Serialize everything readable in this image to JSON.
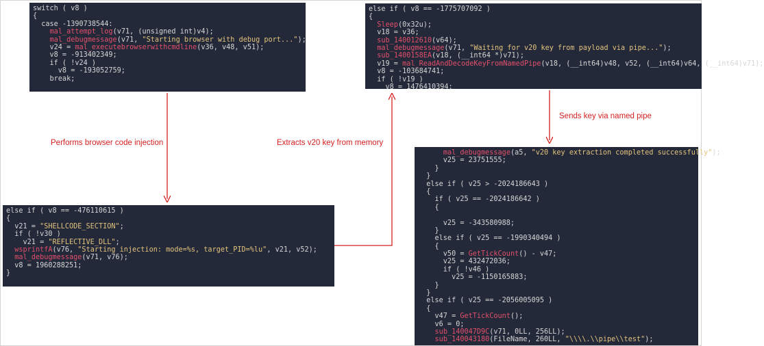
{
  "labels": {
    "injection": "Performs browser code injection",
    "extract": "Extracts v20 key from memory",
    "sends": "Sends key via named pipe"
  },
  "panels": [
    {
      "lines": [
        [
          [
            "plain",
            "switch ( v8 )"
          ]
        ],
        [
          [
            "plain",
            "{"
          ]
        ],
        [
          [
            "plain",
            "  case -1390738544:"
          ]
        ],
        [
          [
            "plain",
            "    "
          ],
          [
            "func",
            "mal_attempt_log"
          ],
          [
            "plain",
            "(v71, (unsigned int)v4);"
          ]
        ],
        [
          [
            "plain",
            "    "
          ],
          [
            "func",
            "mal_debugmessage"
          ],
          [
            "plain",
            "(v71, "
          ],
          [
            "str",
            "\"Starting browser with debug port...\""
          ],
          [
            "plain",
            ");"
          ]
        ],
        [
          [
            "plain",
            "    v24 = "
          ],
          [
            "func",
            "mal_executebrowserwithcmdline"
          ],
          [
            "plain",
            "(v36, v48, v51);"
          ]
        ],
        [
          [
            "plain",
            "    v8 = -913402349;"
          ]
        ],
        [
          [
            "plain",
            "    if ( !v24 )"
          ]
        ],
        [
          [
            "plain",
            "      v8 = -193052759;"
          ]
        ],
        [
          [
            "plain",
            "    break;"
          ]
        ]
      ]
    },
    {
      "lines": [
        [
          [
            "plain",
            "else if ( v8 == -1775707092 )"
          ]
        ],
        [
          [
            "plain",
            "{"
          ]
        ],
        [
          [
            "plain",
            "  "
          ],
          [
            "func",
            "Sleep"
          ],
          [
            "plain",
            "(0x32u);"
          ]
        ],
        [
          [
            "plain",
            "  v18 = v36;"
          ]
        ],
        [
          [
            "plain",
            "  "
          ],
          [
            "func",
            "sub_140012610"
          ],
          [
            "plain",
            "(v64);"
          ]
        ],
        [
          [
            "plain",
            "  "
          ],
          [
            "func",
            "mal_debugmessage"
          ],
          [
            "plain",
            "(v71, "
          ],
          [
            "str",
            "\"Waiting for v20 key from payload via pipe...\""
          ],
          [
            "plain",
            ");"
          ]
        ],
        [
          [
            "plain",
            "  "
          ],
          [
            "func",
            "sub_1400158EA"
          ],
          [
            "plain",
            "(v18, (__int64 *)v71);"
          ]
        ],
        [
          [
            "plain",
            "  v19 = "
          ],
          [
            "func",
            "mal_ReadAndDecodeKeyFromNamedPipe"
          ],
          [
            "plain",
            "(v18, (__int64)v48, v52, (__int64)v64, (__int64)v71);"
          ]
        ],
        [
          [
            "plain",
            "  v8 = -103684741;"
          ]
        ],
        [
          [
            "plain",
            "  if ( !v19 )"
          ]
        ],
        [
          [
            "plain",
            "    v8 = 1476410394;"
          ]
        ]
      ]
    },
    {
      "lines": [
        [
          [
            "plain",
            "else if ( v8 == -476110615 )"
          ]
        ],
        [
          [
            "plain",
            "{"
          ]
        ],
        [
          [
            "plain",
            "  v21 = "
          ],
          [
            "str",
            "\"SHELLCODE_SECTION\""
          ],
          [
            "plain",
            ";"
          ]
        ],
        [
          [
            "plain",
            "  if ( !v30 )"
          ]
        ],
        [
          [
            "plain",
            "    v21 = "
          ],
          [
            "str",
            "\"REFLECTIVE_DLL\""
          ],
          [
            "plain",
            ";"
          ]
        ],
        [
          [
            "plain",
            "  "
          ],
          [
            "func",
            "wsprintfA"
          ],
          [
            "plain",
            "(v76, "
          ],
          [
            "str",
            "\"Starting injection: mode=%s, target_PID=%lu\""
          ],
          [
            "plain",
            ", v21, v52);"
          ]
        ],
        [
          [
            "plain",
            "  "
          ],
          [
            "func",
            "mal_debugmessage"
          ],
          [
            "plain",
            "(v71, v76);"
          ]
        ],
        [
          [
            "plain",
            "  v8 = 1960288251;"
          ]
        ],
        [
          [
            "plain",
            "}"
          ]
        ]
      ]
    },
    {
      "lines": [
        [
          [
            "plain",
            "      "
          ],
          [
            "func",
            "mal_debugmessage"
          ],
          [
            "plain",
            "(a5, "
          ],
          [
            "str",
            "\"v20 key extraction completed successfully\""
          ],
          [
            "plain",
            ");"
          ]
        ],
        [
          [
            "plain",
            "      v25 = 23751555;"
          ]
        ],
        [
          [
            "plain",
            "    }"
          ]
        ],
        [
          [
            "plain",
            "  }"
          ]
        ],
        [
          [
            "plain",
            "  else if ( v25 > -2024186643 )"
          ]
        ],
        [
          [
            "plain",
            "  {"
          ]
        ],
        [
          [
            "plain",
            "    if ( v25 == -2024186642 )"
          ]
        ],
        [
          [
            "plain",
            "    {"
          ]
        ],
        [
          [
            "plain",
            ""
          ]
        ],
        [
          [
            "plain",
            "      v25 = -343580988;"
          ]
        ],
        [
          [
            "plain",
            "    }"
          ]
        ],
        [
          [
            "plain",
            "    else if ( v25 == -1990340494 )"
          ]
        ],
        [
          [
            "plain",
            "    {"
          ]
        ],
        [
          [
            "plain",
            "      v50 = "
          ],
          [
            "func",
            "GetTickCount"
          ],
          [
            "plain",
            "() - v47;"
          ]
        ],
        [
          [
            "plain",
            "      v25 = 432472036;"
          ]
        ],
        [
          [
            "plain",
            "      if ( !v46 )"
          ]
        ],
        [
          [
            "plain",
            "        v25 = -1150165883;"
          ]
        ],
        [
          [
            "plain",
            "    }"
          ]
        ],
        [
          [
            "plain",
            "  }"
          ]
        ],
        [
          [
            "plain",
            "  else if ( v25 == -2056005095 )"
          ]
        ],
        [
          [
            "plain",
            "  {"
          ]
        ],
        [
          [
            "plain",
            "    v47 = "
          ],
          [
            "func",
            "GetTickCount"
          ],
          [
            "plain",
            "();"
          ]
        ],
        [
          [
            "plain",
            "    v6 = 0;"
          ]
        ],
        [
          [
            "plain",
            "    "
          ],
          [
            "func",
            "sub_140047D9C"
          ],
          [
            "plain",
            "(v71, 0LL, 256LL);"
          ]
        ],
        [
          [
            "plain",
            "    "
          ],
          [
            "func",
            "sub_140043180"
          ],
          [
            "plain",
            "(FileName, 260LL, "
          ],
          [
            "str",
            "\"\\\\\\\\.\\\\pipe\\\\test\""
          ],
          [
            "plain",
            ");"
          ]
        ]
      ]
    }
  ],
  "colors": {
    "panel_bg": "#24293a",
    "code_text": "#d6d6d6",
    "function_name": "#e24f6a",
    "string_literal": "#e3c37d",
    "arrow": "#d42020"
  }
}
